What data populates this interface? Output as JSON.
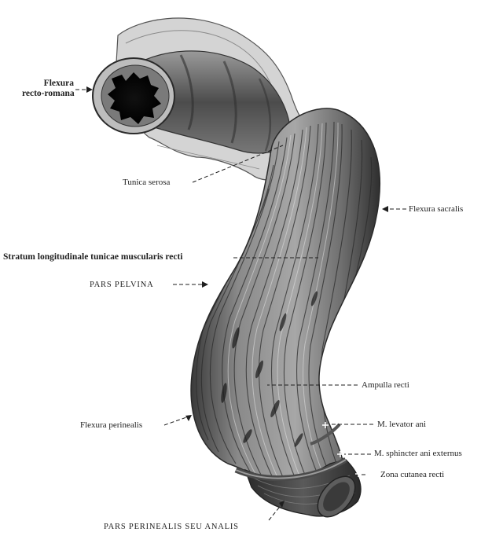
{
  "labels": {
    "flexura_recto_romana": [
      "Flexura",
      "recto-romana"
    ],
    "tunica_serosa": "Tunica serosa",
    "flexura_sacralis": "Flexura sacralis",
    "stratum_longitudinale": "Stratum longitudinale tunicae muscularis recti",
    "pars_pelvina": "PARS PELVINA",
    "ampulla_recti": "Ampulla recti",
    "m_levator_ani": "M. levator ani",
    "flexura_perinealis": "Flexura perinealis",
    "m_sphincter": "M. sphincter ani externus",
    "zona_cutanea": "Zona cutanea recti",
    "pars_perinealis": "PARS PERINEALIS SEU ANALIS"
  },
  "colors": {
    "tissue_dark": "#2e2e2e",
    "tissue_mid": "#6a6a6a",
    "tissue_light": "#b9b9b9",
    "serosa": "#d9d9d9",
    "ink": "#1e1e1e"
  }
}
